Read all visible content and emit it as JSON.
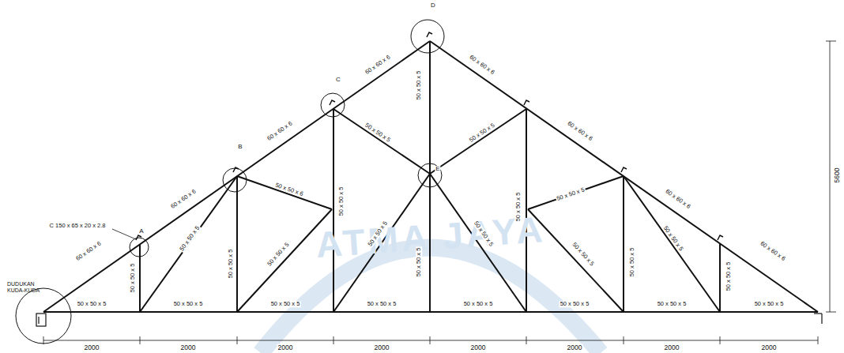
{
  "diagram": {
    "labels": [
      "C 150 x 65 x 20 x 2.8",
      "DUDUKAN KUDA-KUDA",
      "A",
      "B",
      "C",
      "D",
      "E",
      "60 x 60 x 6",
      "60 x 60 x 6",
      "60 x 60 x 6",
      "60 x 60 x 6",
      "60 x 60 x 6",
      "60 x 60 x 6",
      "60 x 60 x 6",
      "60 x 60 x 6",
      "50 x 50 x 5",
      "50 x 50 x 5",
      "50 x 50 x 5",
      "50 x 50 x 5",
      "50 x 50 x 5",
      "50 x 50 x 5",
      "50 x 50 x 5",
      "50 x 50 x 5",
      "50 x 50 x 5",
      "50 x 50 x 5",
      "50 x 50 x 5",
      "50 x 50 x 5",
      "50 x 50 x 5",
      "50 x 50 x 5",
      "50 x 50 x 5",
      "50 x 50 x 5",
      "50 x 50 x 5",
      "50 x 50 x 6",
      "50 x 50 x 5",
      "50 x 50 x 5",
      "50 x 50 x 5",
      "50 x 50 x 5",
      "50 x 50 x 5",
      "50 x 50 x 5",
      "50 x 50 x 5",
      "50 x 50 x 5",
      "2000",
      "2000",
      "2000",
      "2000",
      "2000",
      "2000",
      "2000",
      "2000",
      "5600",
      "ATMA JAYA"
    ]
  }
}
